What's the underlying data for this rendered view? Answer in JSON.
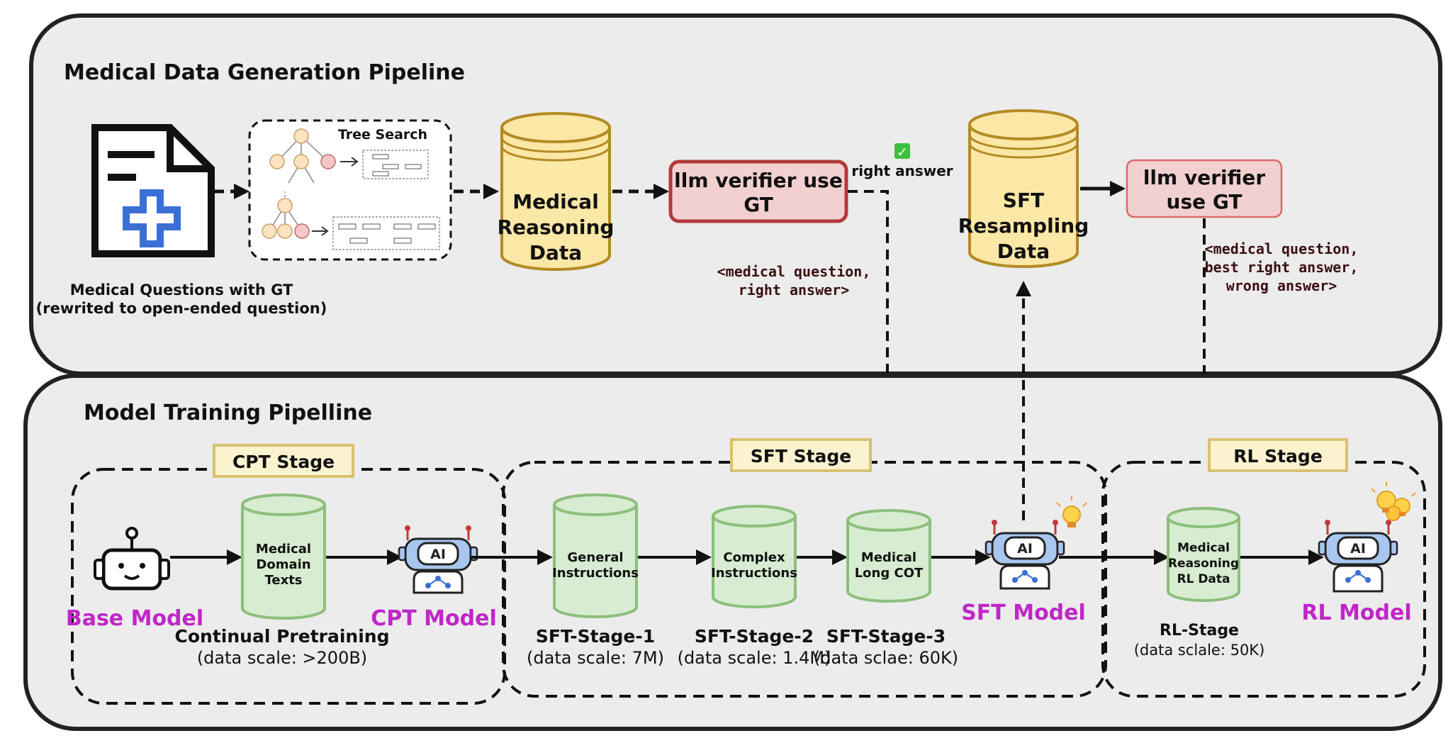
{
  "colors": {
    "panel_bg": "#ececec",
    "panel_border": "#222222",
    "db_yellow_fill": "#fbe7a6",
    "db_yellow_stroke": "#b38a24",
    "db_green_fill": "#d7ecd0",
    "db_green_stroke": "#8cbf7c",
    "verifier_fill": "#f3d0d0",
    "verifier_stroke_dark": "#b23a3a",
    "verifier_stroke_light": "#d86a6a",
    "stage_label_fill": "#fbf3d0",
    "stage_label_stroke": "#d8c170",
    "model_label_color": "#c026c8",
    "doc_cross_color": "#3a6fd6"
  },
  "top_panel": {
    "title": "Medical Data Generation Pipeline",
    "doc_caption_line1": "Medical Questions with GT",
    "doc_caption_line2": "(rewrited to open-ended question)",
    "tree_search_label": "Tree Search",
    "reasoning_db": {
      "line1": "Medical",
      "line2": "Reasoning",
      "line3": "Data"
    },
    "verifier1": {
      "line1": "llm verifier use",
      "line2": "GT"
    },
    "check_icon": "✓",
    "right_answer_label": "right answer",
    "pair1": {
      "line1": "<medical question,",
      "line2": "right answer>"
    },
    "resampling_db": {
      "line1": "SFT",
      "line2": "Resampling",
      "line3": "Data"
    },
    "verifier2": {
      "line1": "llm verifier",
      "line2": "use GT"
    },
    "triple": {
      "line1": "<medical question,",
      "line2": "best right answer,",
      "line3": "wrong answer>"
    }
  },
  "bottom_panel": {
    "title": "Model Training Pipelline",
    "cpt_stage_label": "CPT Stage",
    "sft_stage_label": "SFT Stage",
    "rl_stage_label": "RL Stage",
    "base_model_label": "Base Model",
    "cpt_model_label": "CPT Model",
    "sft_model_label": "SFT Model",
    "rl_model_label": "RL Model",
    "robot_ai_text": "AI",
    "db_domain_texts": {
      "line1": "Medical",
      "line2": "Domain",
      "line3": "Texts"
    },
    "db_general": {
      "line1": "General",
      "line2": "Instructions"
    },
    "db_complex": {
      "line1": "Complex",
      "line2": "Instructions"
    },
    "db_long_cot": {
      "line1": "Medical",
      "line2": "Long COT"
    },
    "db_rl_data": {
      "line1": "Medical",
      "line2": "Reasoning",
      "line3": "RL Data"
    },
    "cpt_caption": {
      "line1": "Continual Pretraining",
      "line2": "(data scale:  >200B)"
    },
    "sft1_caption": {
      "line1": "SFT-Stage-1",
      "line2": "(data scale: 7M)"
    },
    "sft2_caption": {
      "line1": "SFT-Stage-2",
      "line2": "(data scale: 1.4M)"
    },
    "sft3_caption": {
      "line1": "SFT-Stage-3",
      "line2": "(data sclae: 60K)"
    },
    "rl_caption": {
      "line1": "RL-Stage",
      "line2": "(data sclale: 50K)"
    }
  }
}
